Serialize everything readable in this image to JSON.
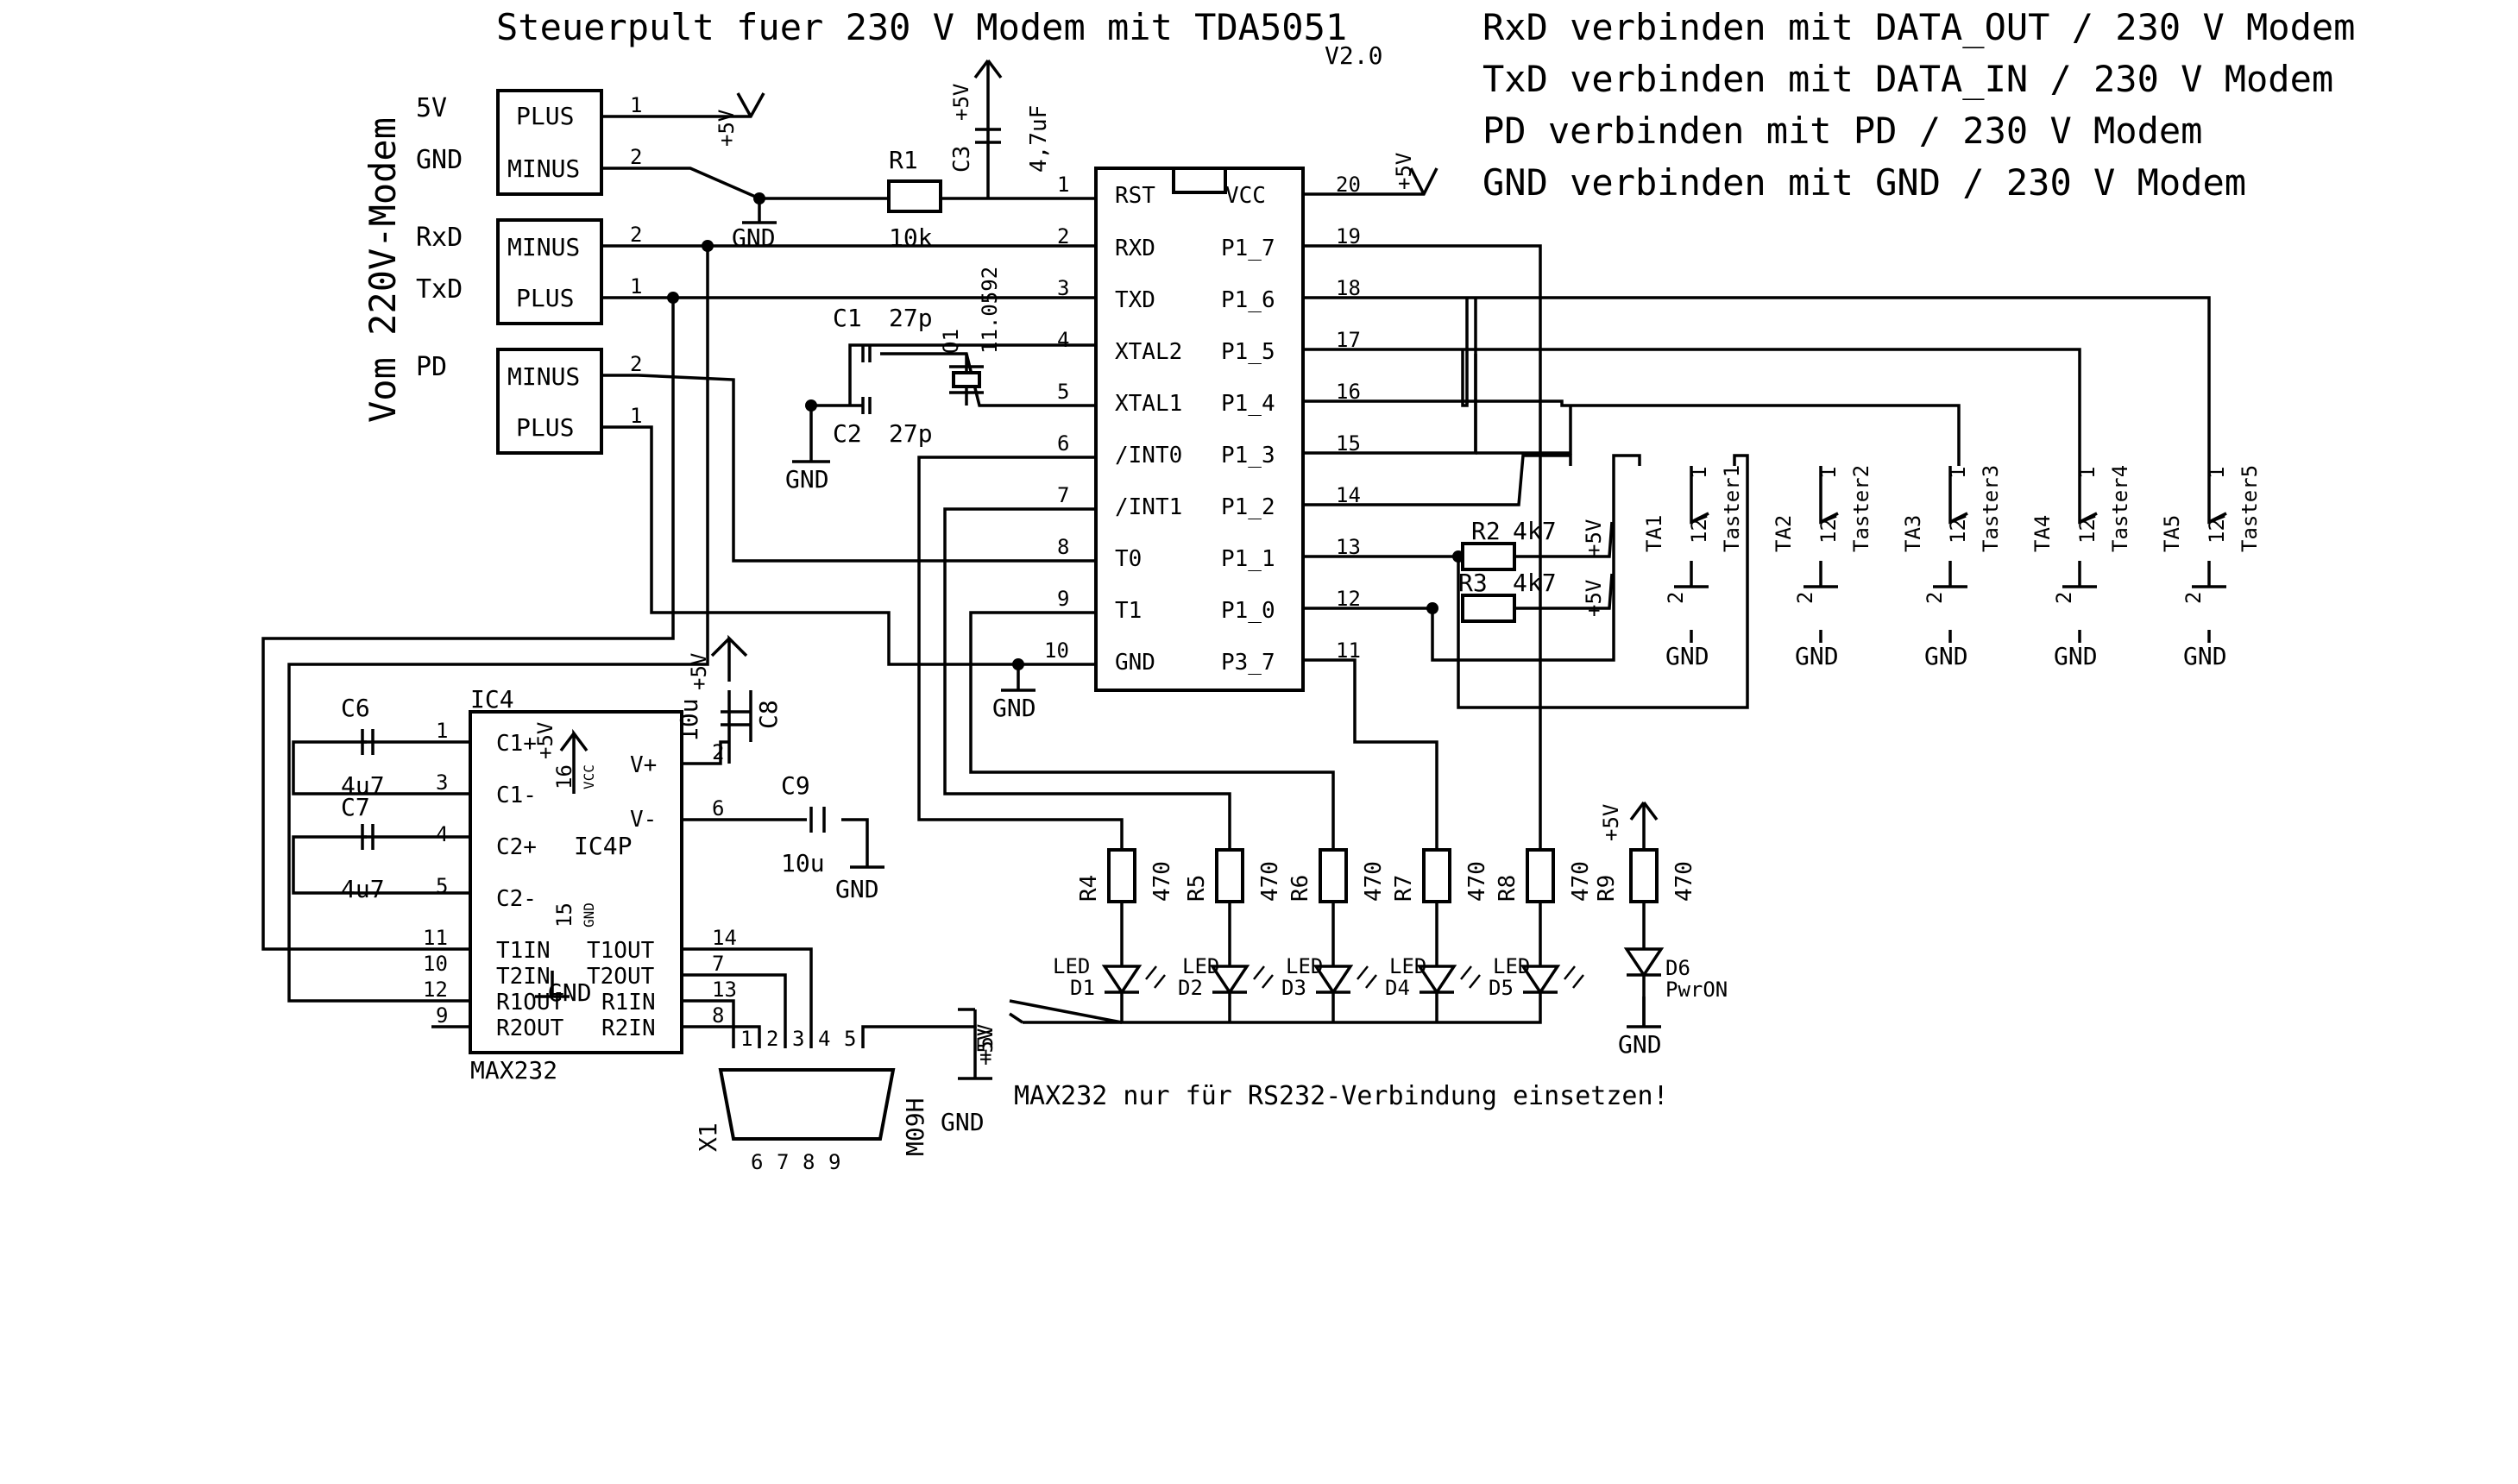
{
  "title": "Steuerpult fuer 230 V Modem mit TDA5051",
  "version": "V2.0",
  "notes": [
    "RxD verbinden mit DATA_OUT / 230 V Modem",
    "TxD verbinden mit DATA_IN / 230 V Modem",
    "PD verbinden mit PD / 230 V Modem",
    "GND verbinden mit GND / 230 V Modem"
  ],
  "max_note": "MAX232 nur für RS232-Verbindung einsetzen!",
  "from_modem": "Vom 220V-Modem",
  "connectors": {
    "side_labels": [
      "5V",
      "GND",
      "RxD",
      "TxD",
      "PD"
    ],
    "c1_pins": [
      "PLUS",
      "MINUS"
    ],
    "c2_pins": [
      "MINUS",
      "PLUS"
    ],
    "c3_pins": [
      "MINUS",
      "PLUS"
    ]
  },
  "mcu": {
    "left_pins": [
      "RST",
      "RXD",
      "TXD",
      "XTAL2",
      "XTAL1",
      "/INT0",
      "/INT1",
      "T0",
      "T1",
      "GND"
    ],
    "right_pins": [
      "VCC",
      "P1_7",
      "P1_6",
      "P1_5",
      "P1_4",
      "P1_3",
      "P1_2",
      "P1_1",
      "P1_0",
      "P3_7"
    ],
    "left_nums": [
      "1",
      "2",
      "3",
      "4",
      "5",
      "6",
      "7",
      "8",
      "9",
      "10"
    ],
    "right_nums": [
      "20",
      "19",
      "18",
      "17",
      "16",
      "15",
      "14",
      "13",
      "12",
      "11"
    ]
  },
  "max232": {
    "name": "IC4",
    "part": "MAX232",
    "center": "IC4P",
    "left_pins": [
      "C1+",
      "C1-",
      "C2+",
      "C2-",
      "T1IN",
      "T2IN",
      "R1OUT",
      "R2OUT"
    ],
    "left_nums": [
      "1",
      "3",
      "4",
      "5",
      "11",
      "10",
      "12",
      "9"
    ],
    "right_pins": [
      "V+",
      "V-",
      "T1OUT",
      "T2OUT",
      "R1IN",
      "R2IN"
    ],
    "right_nums": [
      "2",
      "6",
      "14",
      "7",
      "13",
      "8"
    ],
    "vcc_label": "VCC",
    "vcc_num": "16",
    "gnd_label": "GND",
    "gnd_num": "15"
  },
  "power": {
    "plus5v": "+5V",
    "gnd": "GND"
  },
  "parts": {
    "r1": "R1",
    "r1_val": "10k",
    "c1": "C1",
    "c1_val": "27p",
    "c2": "C2",
    "c2_val": "27p",
    "c3": "C3",
    "c3_val": "4,7uF",
    "crystal": "Q1",
    "crystal_val": "11.0592",
    "r2": "R2",
    "r2_val": "4k7",
    "r3": "R3",
    "r3_val": "4k7",
    "c6": "C6",
    "c6_val": "4u7",
    "c7": "C7",
    "c7_val": "4u7",
    "c8": "C8",
    "c8_val": "10u",
    "c9": "C9",
    "c9_val": "10u",
    "dsub": "X1",
    "dsub_part": "M09H",
    "dsub_top": [
      "1",
      "2",
      "3",
      "4",
      "5"
    ],
    "dsub_bottom": [
      "6",
      "7",
      "8",
      "9"
    ],
    "led_word": "LED",
    "d6": "D6",
    "d6_val": "PwrON",
    "r9": "R9",
    "r9_val": "470"
  },
  "leds": [
    {
      "r": "R4",
      "rv": "470",
      "d": "D1"
    },
    {
      "r": "R5",
      "rv": "470",
      "d": "D2"
    },
    {
      "r": "R6",
      "rv": "470",
      "d": "D3"
    },
    {
      "r": "R7",
      "rv": "470",
      "d": "D4"
    },
    {
      "r": "R8",
      "rv": "470",
      "d": "D5"
    }
  ],
  "switches": [
    {
      "ta": "TA1",
      "name": "Taster1"
    },
    {
      "ta": "TA2",
      "name": "Taster2"
    },
    {
      "ta": "TA3",
      "name": "Taster3"
    },
    {
      "ta": "TA4",
      "name": "Taster4"
    },
    {
      "ta": "TA5",
      "name": "Taster5"
    }
  ],
  "switch_pins": [
    "1",
    "12",
    "2"
  ]
}
